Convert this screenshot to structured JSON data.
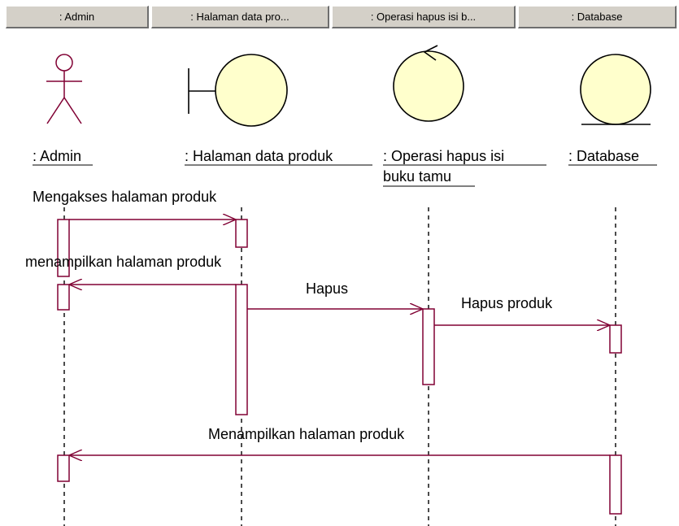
{
  "header_tabs": [
    {
      "label": ": Admin"
    },
    {
      "label": ": Halaman data pro..."
    },
    {
      "label": ": Operasi hapus isi b..."
    },
    {
      "label": ": Database"
    }
  ],
  "participants": [
    {
      "name": ": Admin",
      "kind": "actor",
      "icon": "actor-icon"
    },
    {
      "name": ": Halaman data produk",
      "kind": "boundary",
      "icon": "boundary-icon"
    },
    {
      "name_lines": [
        ": Operasi hapus isi",
        "buku tamu"
      ],
      "kind": "control",
      "icon": "control-icon"
    },
    {
      "name": ": Database",
      "kind": "entity",
      "icon": "entity-icon"
    }
  ],
  "messages": [
    {
      "label": "Mengakses halaman produk",
      "from": ": Admin",
      "to": ": Halaman data produk"
    },
    {
      "label": "menampilkan halaman produk",
      "from": ": Halaman data produk",
      "to": ": Admin"
    },
    {
      "label": "Hapus",
      "from": ": Halaman data produk",
      "to": ": Operasi hapus isi buku tamu"
    },
    {
      "label": "Hapus produk",
      "from": ": Operasi hapus isi buku tamu",
      "to": ": Database"
    },
    {
      "label": "Menampilkan halaman produk",
      "from": ": Database",
      "to": ": Admin"
    }
  ],
  "colors": {
    "lifeline_element": "#800033",
    "object_fill": "#ffffcc",
    "header_face": "#d4d0c8",
    "text": "#000000"
  }
}
